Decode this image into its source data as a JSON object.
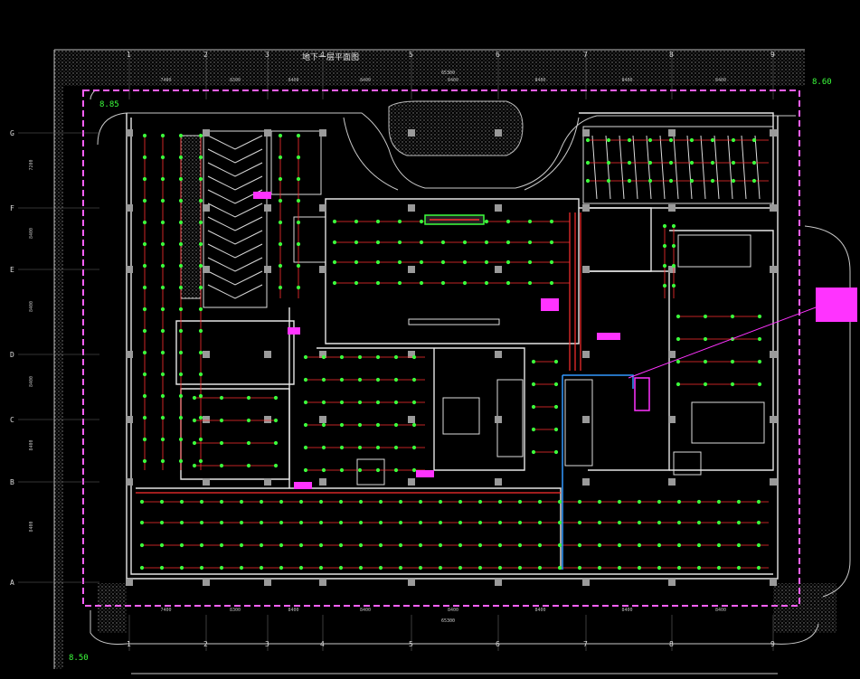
{
  "drawing": {
    "title": "地下一层平面图",
    "elevation_marks": [
      "8.85",
      "8.60",
      "8.50"
    ],
    "grid_cols": [
      "1",
      "2",
      "3",
      "4",
      "5",
      "6",
      "7",
      "8",
      "9"
    ],
    "grid_rows": [
      "G",
      "F",
      "E",
      "D",
      "C",
      "B",
      "A"
    ],
    "dims_top": [
      "7400",
      "8300",
      "8400",
      "8400",
      "8400",
      "8400",
      "8400",
      "8400"
    ],
    "dims_bottom": [
      "7400",
      "8300",
      "8400",
      "8400",
      "8400",
      "8400",
      "8400",
      "8400"
    ],
    "total_dim": "65300",
    "row_dims": [
      "7200",
      "8400",
      "8400",
      "8400",
      "8400",
      "8400"
    ],
    "colors": {
      "background": "#000000",
      "wall": "#ffffff",
      "lighting": "#3cff3c",
      "circuit": "#ff3030",
      "redline": "#ff60ff",
      "tags": "#ff33ff",
      "columns": "#9a9a9a",
      "riser": "#3399ff"
    }
  }
}
